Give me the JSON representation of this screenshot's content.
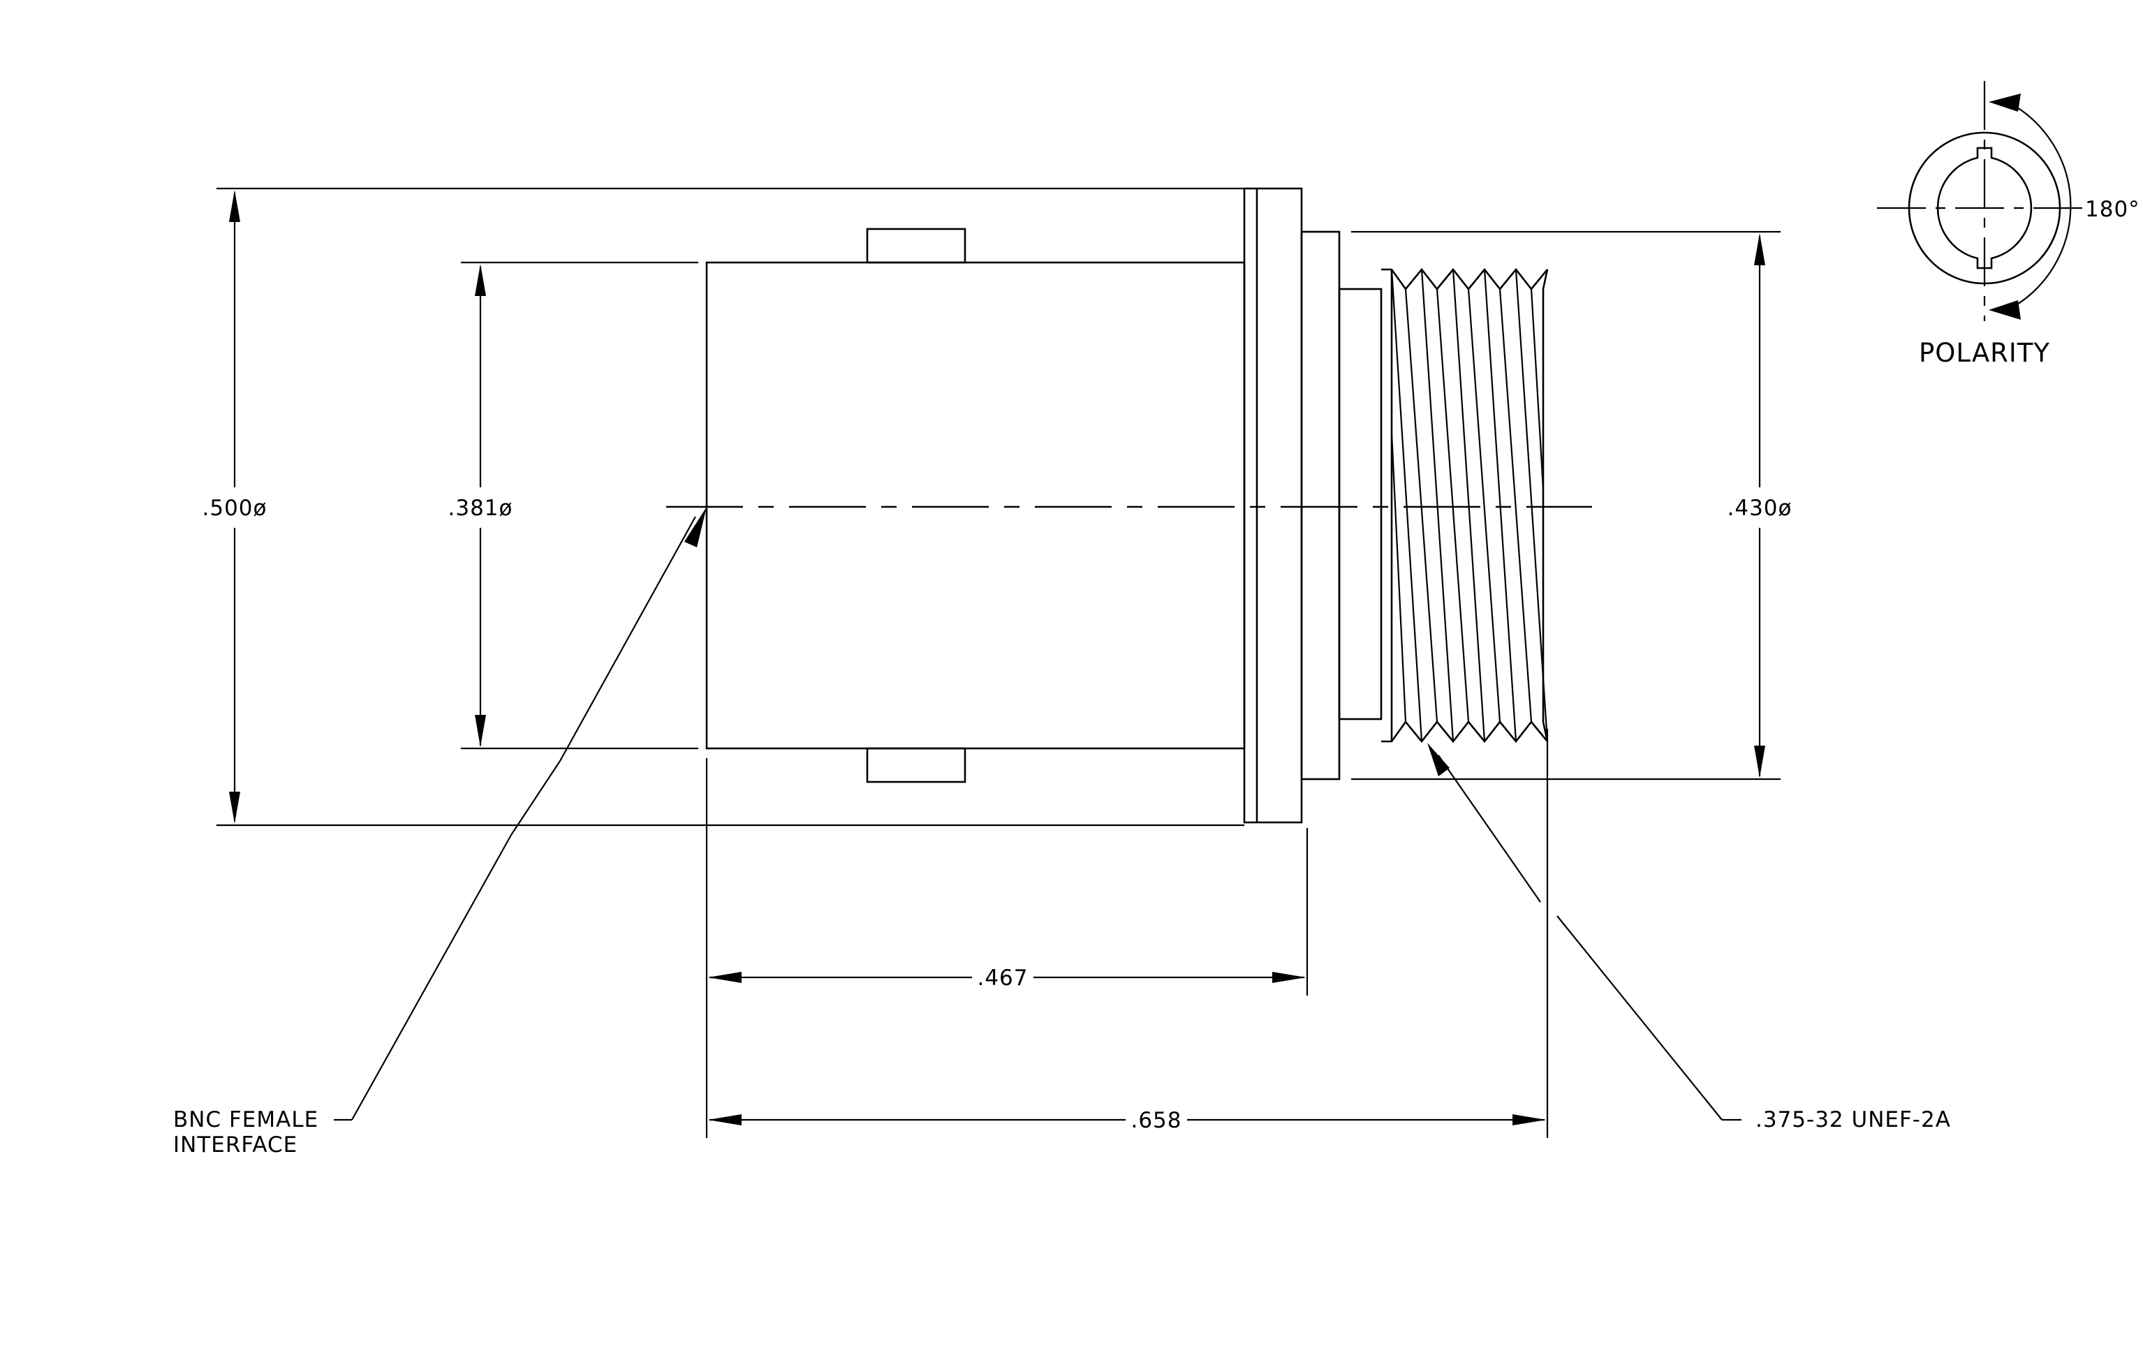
{
  "drawing": {
    "dimensions": {
      "outer_diameter": ".500ø",
      "body_diameter": ".381ø",
      "thread_diameter": ".430ø",
      "length_to_flange": ".467",
      "overall_length": ".658"
    },
    "callouts": {
      "interface_line1": "BNC FEMALE",
      "interface_line2": "INTERFACE",
      "thread_spec": ".375-32 UNEF-2A"
    },
    "polarity": {
      "label": "POLARITY",
      "angle": "180°"
    }
  }
}
